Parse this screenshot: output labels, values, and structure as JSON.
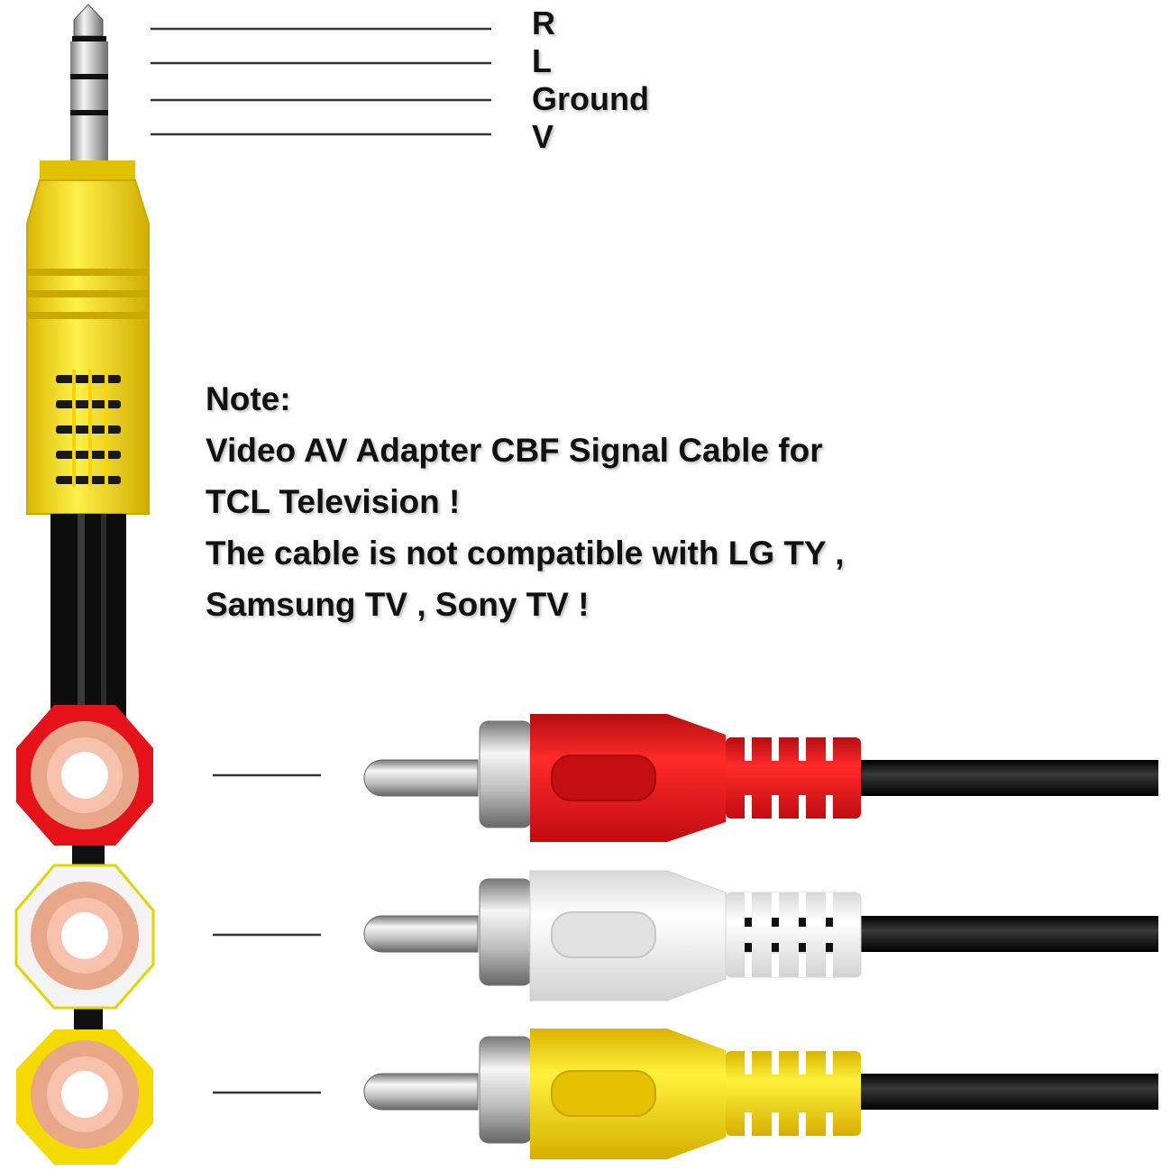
{
  "pin_labels": [
    "R",
    "L",
    "Ground",
    "V"
  ],
  "note": {
    "heading": "Note:",
    "line1": "Video AV Adapter CBF Signal Cable for",
    "line2": "TCL Television !",
    "line3": "The cable is not compatible with LG TY ,",
    "line4": "Samsung TV , Sony TV !"
  },
  "connectors": [
    {
      "name": "red",
      "color": "#e8141a"
    },
    {
      "name": "white",
      "color": "#f4f4f4"
    },
    {
      "name": "yellow",
      "color": "#fbe100"
    }
  ],
  "colors": {
    "jack_body": "#f7dc00",
    "cable": "#0c0c0c",
    "sleeve": "#e9a88b",
    "metal": "#c9c9c9"
  }
}
